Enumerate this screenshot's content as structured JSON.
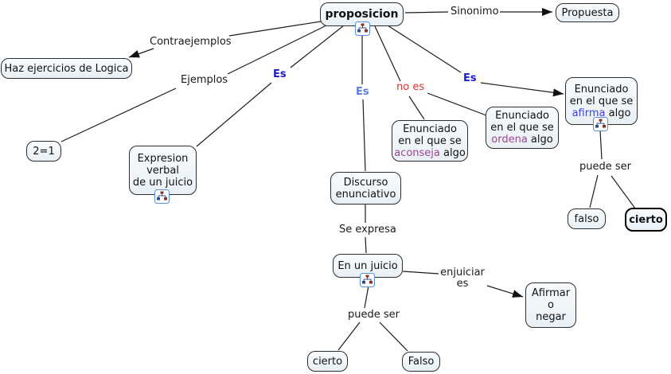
{
  "diagram": {
    "type": "concept-map",
    "topic": "proposicion",
    "colors": {
      "node_fill": "#edf3f7",
      "node_border": "#2e2e2e",
      "accent_blue_dark": "#1b1bd1",
      "accent_blue_light": "#5b7fe0",
      "negation_red": "#e23030",
      "verb_purple": "#9c4596",
      "verb_blue": "#3d43d6"
    }
  },
  "concepts": {
    "proposicion": {
      "label": "proposicion"
    },
    "propuesta": {
      "label": "Propuesta"
    },
    "haz_ejercicios": {
      "label": "Haz  ejercicios de Logica"
    },
    "dos_igual_uno": {
      "label": "2=1"
    },
    "expresion_verbal": {
      "l1": "Expresion",
      "l2": "verbal",
      "l3": "de un juicio"
    },
    "discurso": {
      "l1": "Discurso",
      "l2": "enunciativo"
    },
    "aconseja": {
      "l1": "Enunciado",
      "l2": "en el que se",
      "l3_word": "aconseja",
      "l3_rest": " algo"
    },
    "ordena": {
      "l1": "Enunciado",
      "l2": "en el que se",
      "l3_word": "ordena",
      "l3_rest": " algo"
    },
    "afirma": {
      "l1": "Enunciado",
      "l2": "en el que se",
      "l3_word": "afirma",
      "l3_rest": " algo"
    },
    "falso_right": {
      "label": "falso"
    },
    "cierto_right": {
      "label": "cierto"
    },
    "en_un_juicio": {
      "label": "En un juicio"
    },
    "afirmar_o_negar": {
      "l1": "Afirmar",
      "l2": "o",
      "l3": "negar"
    },
    "cierto_bottom": {
      "label": "cierto"
    },
    "falso_bottom": {
      "label": "Falso"
    }
  },
  "links": {
    "sinonimo": "Sinonimo",
    "contraejemplos": "Contraejemplos",
    "ejemplos": "Ejemplos",
    "es_1": "Es",
    "es_2": "Es",
    "es_3": "Es",
    "no_es": "no es",
    "puede_ser_right": "puede ser",
    "se_expresa": "Se expresa",
    "enjuiciar_l1": "enjuiciar",
    "enjuiciar_l2": "es",
    "puede_ser_bottom": "puede ser"
  },
  "icons": {
    "resource_icon": "hierarchy-resource-icon"
  }
}
